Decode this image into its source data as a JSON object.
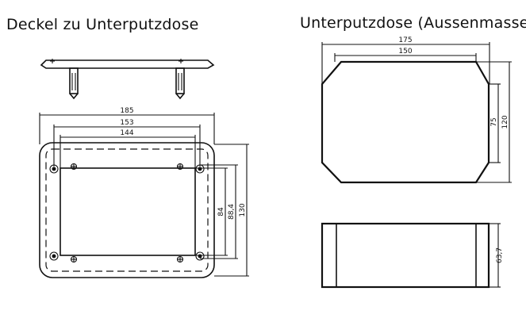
{
  "titles": {
    "lid": "Deckel zu Unterputzdose",
    "box": "Unterputzdose (Aussenmasse)"
  },
  "lid_dimensions": {
    "outer_width": "185",
    "hole_spacing_width": "153",
    "window_width": "144",
    "window_height": "84",
    "hole_spacing_height": "88,4",
    "outer_height": "130"
  },
  "box_dimensions": {
    "outer_width": "175",
    "face_width": "150",
    "face_height": "75",
    "outer_height": "120",
    "depth": "63,7"
  }
}
